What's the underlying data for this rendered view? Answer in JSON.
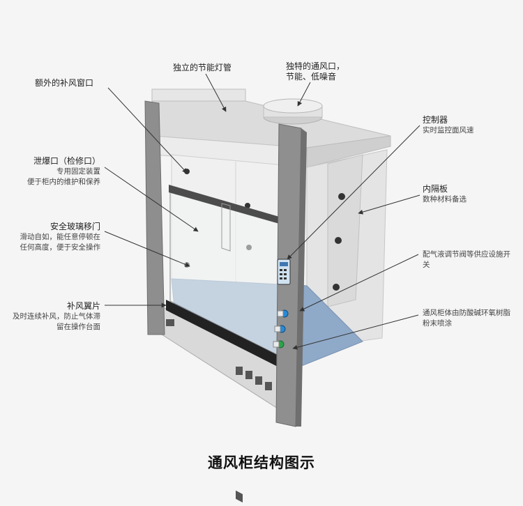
{
  "caption": "通风柜结构图示",
  "labels": {
    "extra_vent_window": "额外的补风窗口",
    "light_tube": "独立的节能灯管",
    "vent_port_line1": "独特的通风口，",
    "vent_port_line2": "节能、低噪音",
    "controller_title": "控制器",
    "controller_sub": "实时监控面风速",
    "explosion_port_title": "泄爆口（检修口）",
    "explosion_port_sub1": "专用固定装置",
    "explosion_port_sub2": "便于柜内的维护和保养",
    "baffle_title": "内隔板",
    "baffle_sub": "数种材料备选",
    "glass_door_title": "安全玻璃移门",
    "glass_door_sub1": "滑动自如，能任意停顿在",
    "glass_door_sub2": "任何高度，便于安全操作",
    "valves_line1": "配气液调节阀等供应设施开",
    "valves_line2": "关",
    "airfoil_title": "补风翼片",
    "airfoil_sub1": "及时连续补风，防止气体滞",
    "airfoil_sub2": "留在操作台面",
    "coating_line1": "通风柜体由防酸碱环氧树脂",
    "coating_line2": "粉末喷涂"
  },
  "colors": {
    "background": "#f5f5f5",
    "frame": "#8e8e8e",
    "panel": "#e9e9e9",
    "worktop": "#8fa9c8",
    "controller": "#d0e2f0"
  }
}
